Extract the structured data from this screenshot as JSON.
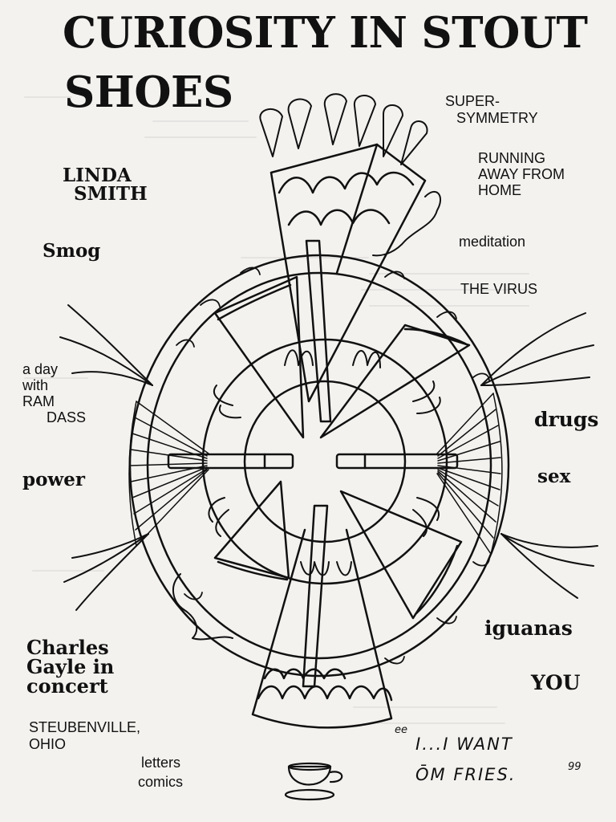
{
  "cover": {
    "title_line1": "CURIOSITY IN STOUT",
    "title_line2": "SHOES"
  },
  "topics": {
    "linda_line1": "LINDA",
    "linda_line2": "SMITH",
    "smog": "Smog",
    "ramdass_line1": "a day",
    "ramdass_line2": "with",
    "ramdass_line3": "RAM",
    "ramdass_line4": "DASS",
    "power": "power",
    "charles_line1": "Charles",
    "charles_line2": "Gayle in",
    "charles_line3": "concert",
    "steub_line1": "STEUBENVILLE,",
    "steub_line2": "OHIO",
    "letters": "letters",
    "comics": "comics",
    "super_line1": "SUPER-",
    "super_line2": "SYMMETRY",
    "running_line1": "RUNNING",
    "running_line2": "AWAY FROM",
    "running_line3": "HOME",
    "meditation": "meditation",
    "virus": "THE VIRUS",
    "drugs": "drugs",
    "sex": "sex",
    "iguanas": "iguanas",
    "you": "YOU"
  },
  "quote": {
    "open_mark": "ee",
    "line1": "I...I WANT",
    "line2": "ŌM FRIES.",
    "close_mark": "99"
  },
  "colors": {
    "paper": "#f3f2ef",
    "ink": "#111111"
  }
}
